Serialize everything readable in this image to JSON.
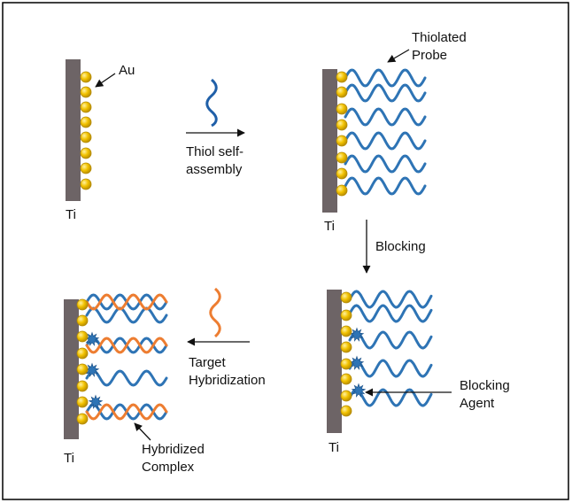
{
  "labels": {
    "au": "Au",
    "ti_1": "Ti",
    "ti_2": "Ti",
    "ti_3": "Ti",
    "ti_4": "Ti",
    "thiolated_probe": [
      "Thiolated",
      "Probe"
    ],
    "thiol_self_assembly": [
      "Thiol self-",
      "assembly"
    ],
    "blocking": "Blocking",
    "blocking_agent": [
      "Blocking",
      "Agent"
    ],
    "target_hybridization": [
      "Target",
      "Hybridization"
    ],
    "hybridized_complex": [
      "Hybridized",
      "Complex"
    ]
  },
  "colors": {
    "frame": "#000000",
    "electrode": "#6d6466",
    "gold": "#f2c200",
    "gold_edge": "#b48a00",
    "probe": "#2e74b5",
    "probe_dark": "#1f5fa8",
    "target": "#ed7d31",
    "blocking_agent": "#2e74b5",
    "arrow": "#111111"
  }
}
